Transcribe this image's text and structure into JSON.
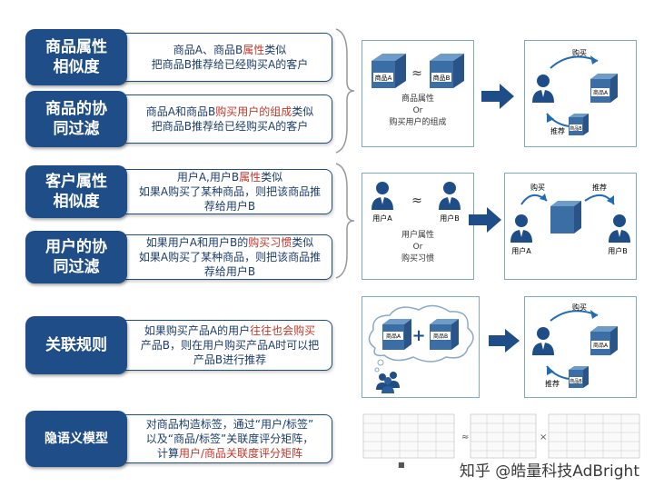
{
  "rows": [
    {
      "label": "商品属性\n相似度",
      "desc_pre": "商品A、商品B",
      "desc_hl": "属性",
      "desc_post": "类似\n把商品B推荐给已经购买A的客户"
    },
    {
      "label": "商品的协\n同过滤",
      "desc_pre": "商品A和商品B",
      "desc_hl": "购买用户的组成",
      "desc_post": "类似\n把商品B推荐给已经购买A的客户"
    },
    {
      "label": "客户属性\n相似度",
      "desc_pre": "用户A,用户B",
      "desc_hl": "属性",
      "desc_post": "类似\n如果A购买了某种商品，则把该商品推\n荐给用户B"
    },
    {
      "label": "用户的协\n同过滤",
      "desc_pre": "如果用户A和用户B的",
      "desc_hl": "购买习惯",
      "desc_post": "类似\n如果A购买了某种商品，则把该商品推\n荐给用户B"
    },
    {
      "label": "关联规则",
      "desc_pre": "如果购买产品A的用户",
      "desc_hl": "往往也会购买",
      "desc_post": "\n产品B，则在用户购买产品A时可以把\n产品B进行推荐"
    },
    {
      "label": "隐语义模型",
      "desc_pre": "对商品构造标签，通过“用户/标签”\n以及“商品/标签”关联度评分矩阵，\n计算",
      "desc_hl": "用户/商品关联度评分矩阵",
      "desc_post": ""
    }
  ],
  "panel1": {
    "product_a": "商品A",
    "product_b": "商品B",
    "approx": "≈",
    "text1": "商品属性",
    "or": "Or",
    "text2": "购买用户的组成"
  },
  "result1": {
    "buy": "购买",
    "recommend": "推荐",
    "product_a": "商品A",
    "product_b": "商品B"
  },
  "panel2": {
    "user_a": "用户A",
    "user_b": "用户B",
    "approx": "≈",
    "text1": "用户属性",
    "or": "Or",
    "text2": "购买习惯"
  },
  "result2": {
    "buy": "购买",
    "recommend": "推荐",
    "user_a": "用户A",
    "user_b": "用户B"
  },
  "panel3": {
    "product_a": "商品A",
    "product_b": "商品B",
    "plus": "+"
  },
  "result3": {
    "buy": "购买",
    "recommend": "推荐",
    "product_a": "商品A",
    "product_b": "商品B"
  },
  "watermark": "知乎 @皓量科技AdBright"
}
